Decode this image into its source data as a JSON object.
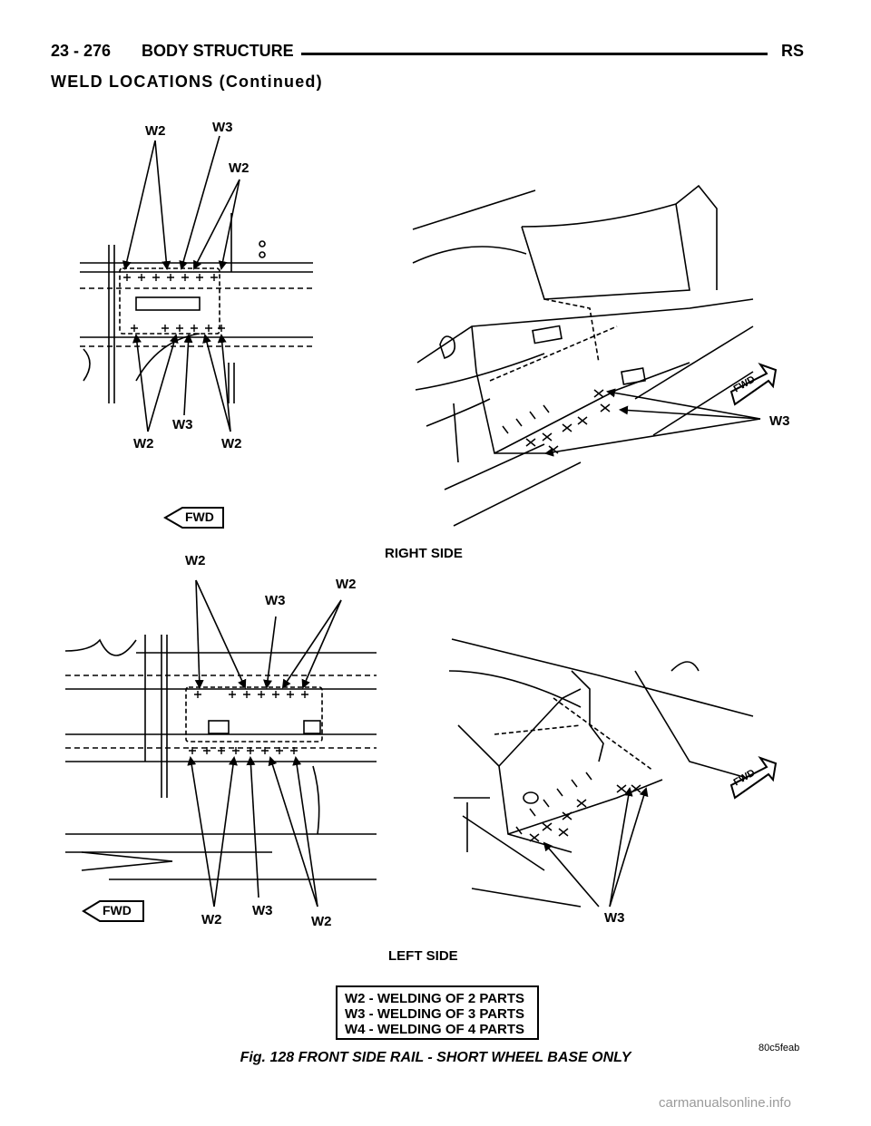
{
  "header": {
    "page_number": "23 - 276",
    "section": "BODY STRUCTURE",
    "model_code": "RS"
  },
  "subtitle": "WELD LOCATIONS (Continued)",
  "right_side_view": {
    "title": "RIGHT SIDE",
    "fwd_label": "FWD",
    "top_labels": [
      "W2",
      "W3",
      "W2"
    ],
    "bottom_labels": [
      "W2",
      "W3",
      "W2"
    ],
    "iso_fwd_label": "FWD",
    "iso_label": "W3"
  },
  "left_side_view": {
    "title": "LEFT SIDE",
    "fwd_label": "FWD",
    "top_labels": [
      "W2",
      "W3",
      "W2"
    ],
    "bottom_labels": [
      "W2",
      "W3",
      "W2"
    ],
    "iso_fwd_label": "FWD",
    "iso_label": "W3"
  },
  "legend": [
    "W2 - WELDING OF 2 PARTS",
    "W3 - WELDING OF 3 PARTS",
    "W4 - WELDING OF 4 PARTS"
  ],
  "figure_code": "80c5feab",
  "caption": "Fig. 128 FRONT SIDE RAIL - SHORT WHEEL BASE ONLY",
  "watermark": "carmanualsonline.info"
}
